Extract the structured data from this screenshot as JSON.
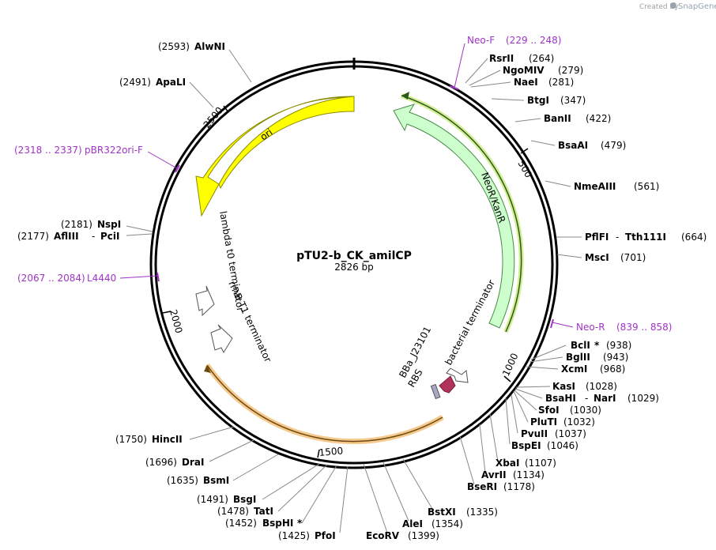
{
  "header": {
    "created_by": "Created by",
    "brand": "SnapGene"
  },
  "plasmid": {
    "name": "pTU2-b_CK_amilCP",
    "length_label": "2826 bp",
    "total_bp": 2826
  },
  "ruler_ticks": [
    "500",
    "1000",
    "1500",
    "2000",
    "2500"
  ],
  "features": [
    {
      "id": "ori",
      "label": "ori",
      "color": "#ffff00",
      "stroke": "#8a8a00"
    },
    {
      "id": "neor",
      "label": "NeoR/KanR",
      "color": "#ccffcc",
      "stroke": "#4a8a4a"
    },
    {
      "id": "lambda",
      "label": "lambda t0 terminator",
      "color": "#ffffff",
      "stroke": "#555555"
    },
    {
      "id": "rrnb",
      "label": "rrnB T1 terminator",
      "color": "#ffffff",
      "stroke": "#555555"
    },
    {
      "id": "bacterial",
      "label": "bacterial terminator",
      "color": "#ffffff",
      "stroke": "#555555"
    },
    {
      "id": "rbs",
      "label": "RBS",
      "color": "#a7a9c4",
      "stroke": "#555555"
    },
    {
      "id": "promoter",
      "label": "BBa_J23101",
      "color": "#b0335a",
      "stroke": "#7a1a3a"
    },
    {
      "id": "amilcp",
      "label": "",
      "color": "#f5c07a",
      "stroke": "#6b4a10"
    }
  ],
  "primers": [
    {
      "name": "Neo-F",
      "range": "(229 .. 248)"
    },
    {
      "name": "Neo-R",
      "range": "(839 .. 858)"
    },
    {
      "name": "L4440",
      "range": "(2067 .. 2084)"
    },
    {
      "name": "pBR322ori-F",
      "range": "(2318 .. 2337)"
    }
  ],
  "sites_right": [
    {
      "name": "RsrII",
      "pos": "(264)"
    },
    {
      "name": "NgoMIV",
      "pos": "(279)"
    },
    {
      "name": "NaeI",
      "pos": "(281)"
    },
    {
      "name": "BtgI",
      "pos": "(347)"
    },
    {
      "name": "BanII",
      "pos": "(422)"
    },
    {
      "name": "BsaAI",
      "pos": "(479)"
    },
    {
      "name": "NmeAIII",
      "pos": "(561)"
    },
    {
      "name": "PflFI",
      "name2": "Tth111I",
      "pos": "(664)"
    },
    {
      "name": "MscI",
      "pos": "(701)"
    },
    {
      "name": "BclI",
      "star": "*",
      "pos": "(938)"
    },
    {
      "name": "BglII",
      "pos": "(943)"
    },
    {
      "name": "XcmI",
      "pos": "(968)"
    },
    {
      "name": "KasI",
      "pos": "(1028)"
    },
    {
      "name": "BsaHI",
      "name2": "NarI",
      "pos": "(1029)"
    },
    {
      "name": "SfoI",
      "pos": "(1030)"
    },
    {
      "name": "PluTI",
      "pos": "(1032)"
    },
    {
      "name": "PvuII",
      "pos": "(1037)"
    },
    {
      "name": "BspEI",
      "pos": "(1046)"
    },
    {
      "name": "XbaI",
      "pos": "(1107)"
    },
    {
      "name": "AvrII",
      "pos": "(1134)"
    },
    {
      "name": "BseRI",
      "pos": "(1178)"
    },
    {
      "name": "BstXI",
      "pos": "(1335)"
    },
    {
      "name": "AleI",
      "pos": "(1354)"
    },
    {
      "name": "EcoRV",
      "pos": "(1399)"
    }
  ],
  "sites_left": [
    {
      "name": "AlwNI",
      "pos": "(2593)"
    },
    {
      "name": "ApaLI",
      "pos": "(2491)"
    },
    {
      "name": "NspI",
      "pos": "(2181)"
    },
    {
      "name": "AflIII",
      "name2": "PciI",
      "pos": "(2177)"
    },
    {
      "name": "HincII",
      "pos": "(1750)"
    },
    {
      "name": "DraI",
      "pos": "(1696)"
    },
    {
      "name": "BsmI",
      "pos": "(1635)"
    },
    {
      "name": "BsgI",
      "pos": "(1491)"
    },
    {
      "name": "TatI",
      "pos": "(1478)"
    },
    {
      "name": "BspHI",
      "star": "*",
      "pos": "(1452)"
    },
    {
      "name": "PfoI",
      "pos": "(1425)"
    }
  ]
}
